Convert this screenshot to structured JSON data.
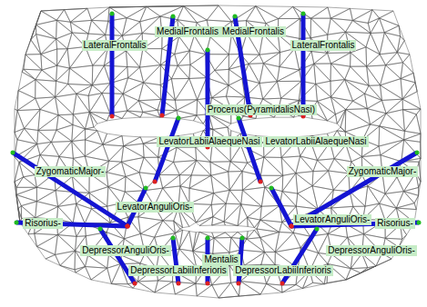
{
  "diagram": {
    "nodes": [
      {
        "text": [
          "MedialFrontalis"
        ]
      },
      {
        "text": [
          "MedialFrontalis"
        ]
      },
      {
        "text": [
          "LateralFrontalis"
        ]
      },
      {
        "text": [
          "LateralFrontalis"
        ]
      },
      {
        "text": [
          "Procerus(PyramidalisNasi)"
        ]
      },
      {
        "text": [
          "LevatorLabiiAlaequeNasi"
        ]
      },
      {
        "text": [
          "LevatorLabiiAlaequeNasi"
        ]
      },
      {
        "text": [
          "ZygomaticMajor-"
        ]
      },
      {
        "text": [
          "ZygomaticMajor-"
        ]
      },
      {
        "text": [
          "LevatorAnguliOris-"
        ]
      },
      {
        "text": [
          "Risorius-"
        ]
      },
      {
        "text": [
          "Risorius-"
        ]
      },
      {
        "text": [
          "LevatorAnguliOris-"
        ]
      },
      {
        "text": [
          "DepressorAnguliOris-"
        ]
      },
      {
        "text": [
          "DepressorAnguliOris-"
        ]
      },
      {
        "text": [
          "Mentalis"
        ]
      },
      {
        "text": [
          "DepressorLabiiInferioris"
        ]
      },
      {
        "text": [
          "DepressorLabiiInferioris"
        ]
      }
    ]
  }
}
